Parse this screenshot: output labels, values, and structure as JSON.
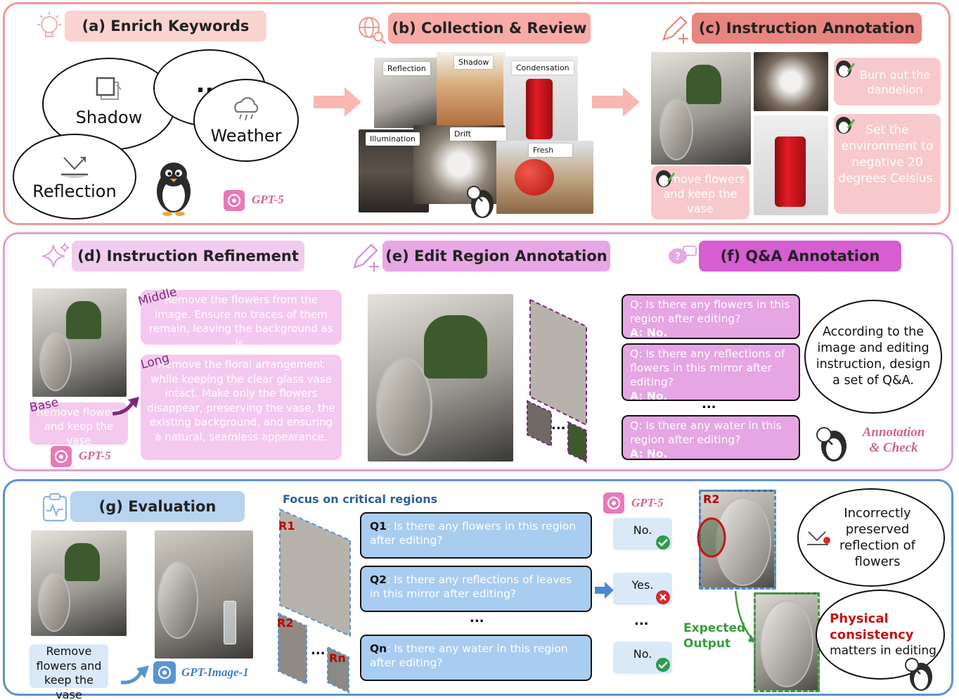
{
  "panel_a": {
    "title": "(a) Enrich Keywords",
    "bubbles": {
      "shadow": "Shadow",
      "dots": "...",
      "weather": "Weather",
      "reflection": "Reflection"
    },
    "model": "GPT-5",
    "colors": {
      "title_bg": "#fbd3d1",
      "border": "#f29a92"
    }
  },
  "panel_b": {
    "title": "(b) Collection & Review",
    "tags": [
      "Reflection",
      "Shadow",
      "Condensation",
      "Illumination",
      "Drift",
      "Fresh"
    ]
  },
  "panel_c": {
    "title": "(c) Instruction Annotation",
    "cards": [
      "Remove flowers and keep the vase",
      "Burn out the dandelion",
      "Set the environment to negative 20 degrees Celsius."
    ]
  },
  "panel_d": {
    "title": "(d) Instruction Refinement",
    "base_label": "Base",
    "base_text": "Remove flowers and keep the vase",
    "middle_label": "Middle",
    "middle_text": "Remove the flowers from the image. Ensure no traces of them remain, leaving the background as is.",
    "long_label": "Long",
    "long_text": "Remove the floral arrangement while keeping the clear glass vase intact. Make only the flowers disappear, preserving the vase, the existing background, and ensuring a natural, seamless appearance.",
    "model": "GPT-5"
  },
  "panel_e": {
    "title": "(e) Edit Region Annotation",
    "dots": "..."
  },
  "panel_f": {
    "title": "(f) Q&A Annotation",
    "qa": [
      {
        "q": "Q: Is there any flowers in this region after editing?",
        "a": "A: No."
      },
      {
        "q": "Q: Is there any reflections of flowers in this mirror after editing?",
        "a": "A: No."
      },
      {
        "q": "Q: Is there any water in this region after editing?",
        "a": "A: No."
      }
    ],
    "dots": "...",
    "bubble": "According to the image and editing instruction, design a set of Q&A.",
    "check_line1": "Annotation",
    "check_line2": "& Check"
  },
  "panel_g": {
    "title": "(g) Evaluation",
    "instruction": "Remove flowers and keep the vase",
    "model_gen": "GPT-Image-1",
    "focus": "Focus on critical regions",
    "regions": [
      "R1",
      "R2",
      "Rn"
    ],
    "region_dots": "...",
    "questions": [
      {
        "id": "Q1",
        "text": ": Is there any flowers in this region after editing?",
        "answer": "No."
      },
      {
        "id": "Q2",
        "text": ": Is there any reflections of leaves in this mirror after editing?",
        "answer": "Yes."
      },
      {
        "id": "Qn",
        "text": ": Is there any water in this region after editing?",
        "answer": "No."
      }
    ],
    "dots": "...",
    "model_judge": "GPT-5",
    "r2": "R2",
    "bubble": "Incorrectly preserved reflection of flowers",
    "expected_line1": "Expected",
    "expected_line2": "Output",
    "phys_line1": "Physical",
    "phys_line2": "consistency",
    "phys_line3": "matters in editing"
  }
}
